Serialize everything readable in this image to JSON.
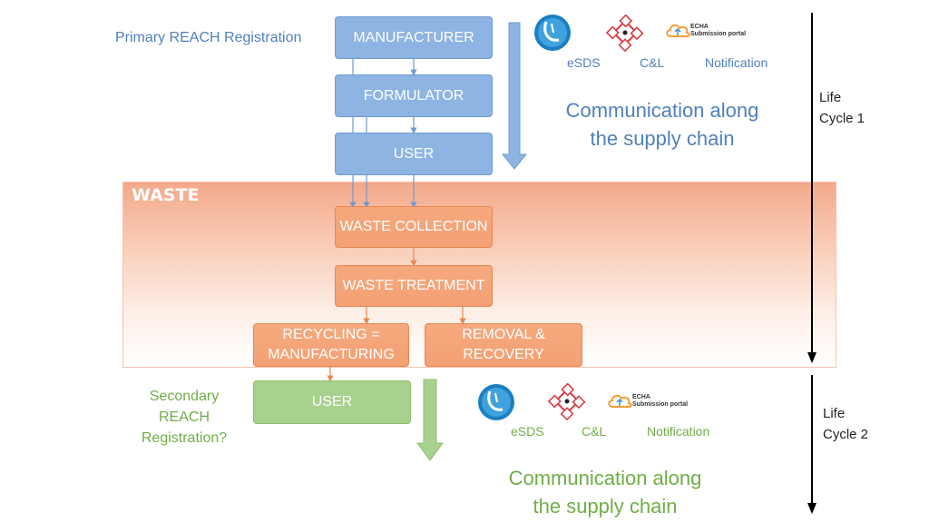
{
  "labels": {
    "primary_reach": "Primary REACH Registration",
    "secondary_reach": [
      "Secondary",
      "REACH",
      "Registration?"
    ],
    "waste": "WASTE"
  },
  "boxes": {
    "manufacturer": "MANUFACTURER",
    "formulator": "FORMULATOR",
    "user_top": "USER",
    "waste_collection": "WASTE COLLECTION",
    "waste_treatment": "WASTE TREATMENT",
    "recycling": [
      "RECYCLING =",
      "MANUFACTURING"
    ],
    "removal": [
      "REMOVAL &",
      "RECOVERY"
    ],
    "user_bottom": "USER"
  },
  "communication": {
    "top": [
      "Communication along",
      "the supply chain"
    ],
    "bottom": [
      "Communication along",
      "the supply chain"
    ]
  },
  "icons_top": {
    "esds": "eSDS",
    "cl": "C&L",
    "notification": "Notification",
    "echa_line1": "ECHA",
    "echa_line2": "Submission portal"
  },
  "icons_bottom": {
    "esds": "eSDS",
    "cl": "C&L",
    "notification": "Notification",
    "echa_line1": "ECHA",
    "echa_line2": "Submission portal"
  },
  "life_cycles": {
    "one": [
      "Life",
      "Cycle 1"
    ],
    "two": [
      "Life",
      "Cycle 2"
    ]
  },
  "colors": {
    "blue": "#8db4e2",
    "orange": "#f4a77e",
    "green": "#a9d18e",
    "blue_text": "#4f81bd",
    "green_text": "#70ad47"
  }
}
